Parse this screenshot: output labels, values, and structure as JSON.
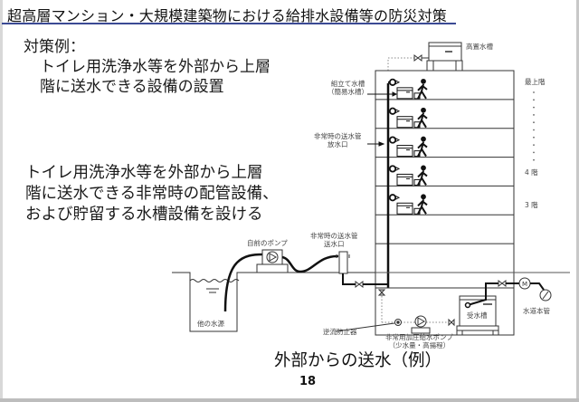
{
  "slide": {
    "title": "超高層マンション・大規模建築物における給排水設備等の防災対策",
    "example_heading": "対策例：",
    "example_lines": [
      "トイレ用洗浄水等を外部から上層",
      "階に送水できる設備の設置"
    ],
    "description_lines": [
      "トイレ用洗浄水等を外部から上層",
      "階に送水できる非常時の配管設備、",
      "および貯留する水槽設備を設ける"
    ],
    "caption": "外部からの送水（例）",
    "page_number": "18"
  },
  "diagram": {
    "labels": {
      "rooftop_tank": "高置水槽",
      "assembled_tank_line1": "組立て水槽",
      "assembled_tank_line2": "（簡易水槽）",
      "emergency_outlet_line1": "非常時の送水管",
      "emergency_outlet_line2": "放水口",
      "emergency_inlet_line1": "非常時の送水管",
      "emergency_inlet_line2": "送水口",
      "portable_pump": "自前のポンプ",
      "other_water_source": "他の水源",
      "backflow_preventer": "逆流防止器",
      "booster_pump_line1": "非常用加圧給水ポンプ",
      "booster_pump_line2": "（少水量・高揚程）",
      "receiving_tank": "受水槽",
      "water_main": "水道本管",
      "meter": "M"
    },
    "floor_labels": {
      "top": "最上階",
      "fourth": "4 階",
      "third": "3 階"
    },
    "equipped_floors": 5,
    "total_floors": 7
  }
}
